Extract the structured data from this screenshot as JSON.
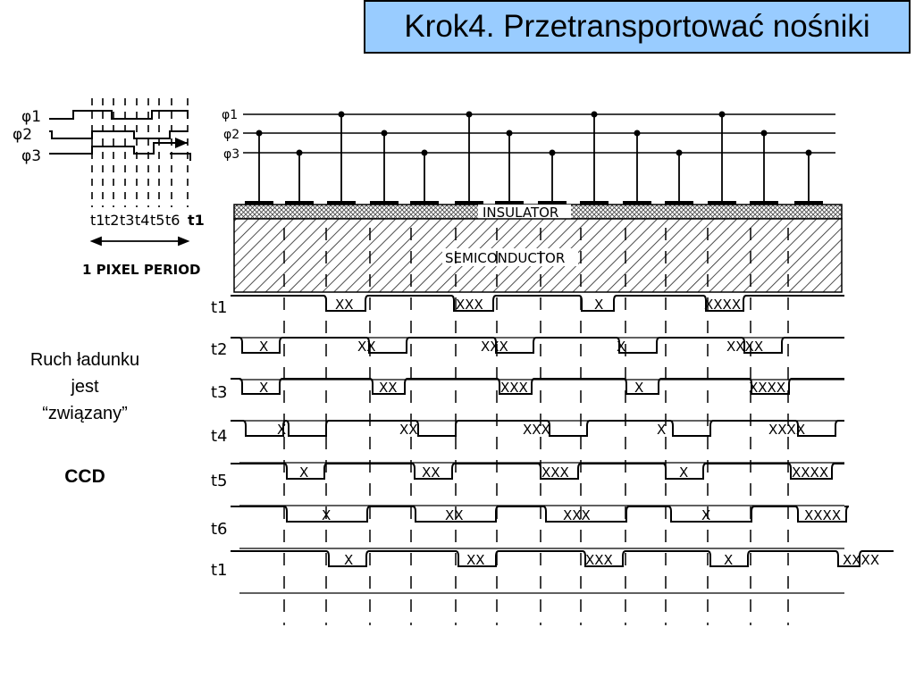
{
  "slide": {
    "title": "Krok4. Przetransportować nośniki",
    "caption_lines": [
      "Ruch ładunku",
      "jest",
      "“związany”"
    ],
    "ccd_label": "CCD"
  },
  "clock_diagram": {
    "phase_labels": [
      "φ1",
      "φ2",
      "φ3"
    ],
    "time_labels": [
      "t1",
      "t2",
      "t3",
      "t4",
      "t5",
      "t6",
      "t1"
    ],
    "period_label": "1 PIXEL PERIOD"
  },
  "device": {
    "bus_labels": [
      "φ1",
      "φ2",
      "φ3"
    ],
    "insulator_label": "INSULATOR",
    "semiconductor_label": "SEMICONDUCTOR"
  },
  "rows": [
    {
      "label": "t1",
      "charges": [
        "XX",
        "XXX",
        "X",
        "XXXX"
      ]
    },
    {
      "label": "t2",
      "charges": [
        "X",
        "XX",
        "XXX",
        "X",
        "XXXX"
      ]
    },
    {
      "label": "t3",
      "charges": [
        "X",
        "XX",
        "XXX",
        "X",
        "XXXX"
      ]
    },
    {
      "label": "t4",
      "charges": [
        "X",
        "XX",
        "XXX",
        "X",
        "XXXX"
      ]
    },
    {
      "label": "t5",
      "charges": [
        "X",
        "XX",
        "XXX",
        "X",
        "XXXX"
      ]
    },
    {
      "label": "t6",
      "charges": [
        "X",
        "XX",
        "XXX",
        "X",
        "XXXX"
      ]
    },
    {
      "label": "t1",
      "charges": [
        "X",
        "XX",
        "XXX",
        "X",
        "XXXX"
      ]
    }
  ]
}
